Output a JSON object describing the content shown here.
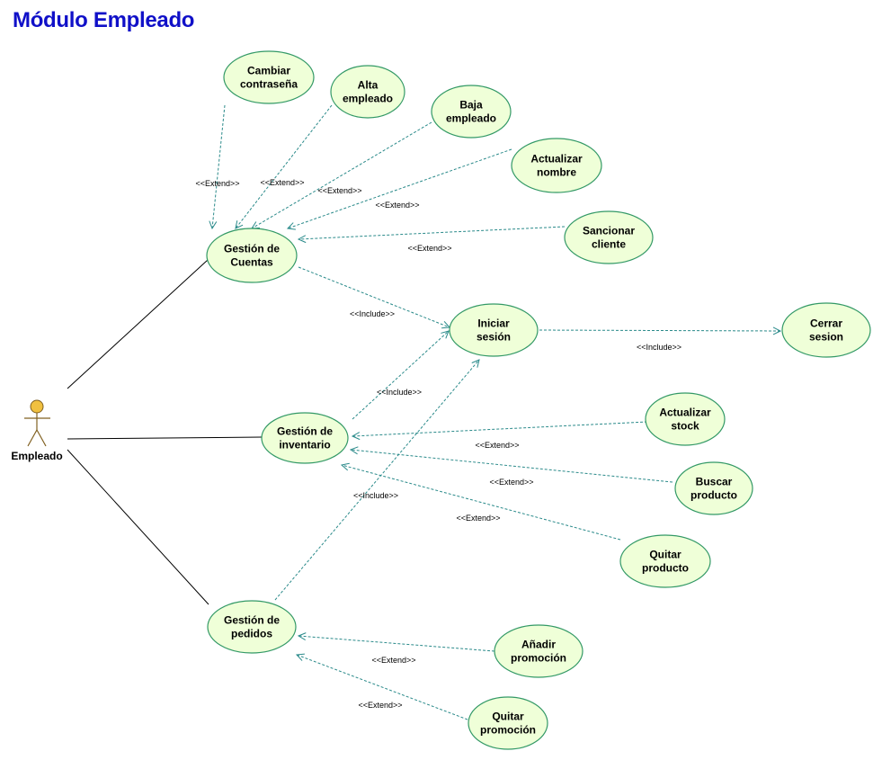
{
  "title": "Módulo Empleado",
  "colors": {
    "title": "#1010c8",
    "usecase_fill": "#efffd8",
    "usecase_stroke": "#339966",
    "dashed_line": "#2a8a8a",
    "association_line": "#000000",
    "actor_fill": "#f0c040",
    "actor_stroke": "#806020"
  },
  "actor": {
    "label": "Empleado"
  },
  "usecases": [
    {
      "id": "cambiar",
      "lines": [
        "Cambiar",
        "contraseña"
      ]
    },
    {
      "id": "alta",
      "lines": [
        "Alta",
        "empleado"
      ]
    },
    {
      "id": "baja",
      "lines": [
        "Baja",
        "empleado"
      ]
    },
    {
      "id": "act_nombre",
      "lines": [
        "Actualizar",
        "nombre"
      ]
    },
    {
      "id": "sancionar",
      "lines": [
        "Sancionar",
        "cliente"
      ]
    },
    {
      "id": "cuentas",
      "lines": [
        "Gestión de",
        "Cuentas"
      ]
    },
    {
      "id": "iniciar",
      "lines": [
        "Iniciar",
        "sesión"
      ]
    },
    {
      "id": "cerrar",
      "lines": [
        "Cerrar",
        "sesion"
      ]
    },
    {
      "id": "inventario",
      "lines": [
        "Gestión de",
        "inventario"
      ]
    },
    {
      "id": "act_stock",
      "lines": [
        "Actualizar",
        "stock"
      ]
    },
    {
      "id": "buscar",
      "lines": [
        "Buscar",
        "producto"
      ]
    },
    {
      "id": "quitar_prod",
      "lines": [
        "Quitar",
        "producto"
      ]
    },
    {
      "id": "pedidos",
      "lines": [
        "Gestión de",
        "pedidos"
      ]
    },
    {
      "id": "anadir_promo",
      "lines": [
        "Añadir",
        "promoción"
      ]
    },
    {
      "id": "quitar_promo",
      "lines": [
        "Quitar",
        "promoción"
      ]
    }
  ],
  "associations": [
    {
      "from": "actor",
      "to": "cuentas"
    },
    {
      "from": "actor",
      "to": "inventario"
    },
    {
      "from": "actor",
      "to": "pedidos"
    }
  ],
  "relations": [
    {
      "from": "cambiar",
      "to": "cuentas",
      "label": "<<Extend>>"
    },
    {
      "from": "alta",
      "to": "cuentas",
      "label": "<<Extend>>"
    },
    {
      "from": "baja",
      "to": "cuentas",
      "label": "<<Extend>>"
    },
    {
      "from": "act_nombre",
      "to": "cuentas",
      "label": "<<Extend>>"
    },
    {
      "from": "sancionar",
      "to": "cuentas",
      "label": "<<Extend>>"
    },
    {
      "from": "cuentas",
      "to": "iniciar",
      "label": "<<Include>>"
    },
    {
      "from": "iniciar",
      "to": "cerrar",
      "label": "<<Include>>"
    },
    {
      "from": "inventario",
      "to": "iniciar",
      "label": "<<Include>>"
    },
    {
      "from": "act_stock",
      "to": "inventario",
      "label": "<<Extend>>"
    },
    {
      "from": "buscar",
      "to": "inventario",
      "label": "<<Extend>>"
    },
    {
      "from": "quitar_prod",
      "to": "inventario",
      "label": "<<Extend>>"
    },
    {
      "from": "pedidos",
      "to": "iniciar",
      "label": "<<Include>>"
    },
    {
      "from": "anadir_promo",
      "to": "pedidos",
      "label": "<<Extend>>"
    },
    {
      "from": "quitar_promo",
      "to": "pedidos",
      "label": "<<Extend>>"
    }
  ]
}
